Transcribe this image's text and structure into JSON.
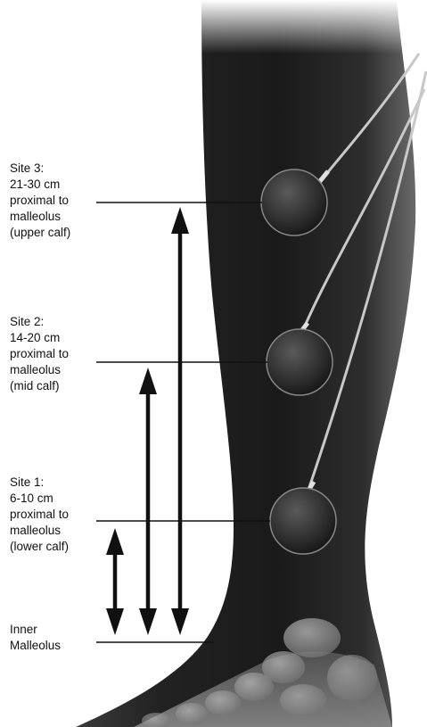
{
  "sites": [
    {
      "lines": [
        "Site 3:",
        "21-30 cm",
        "proximal to",
        "malleolus",
        "(upper calf)"
      ]
    },
    {
      "lines": [
        "Site 2:",
        "14-20 cm",
        "proximal to",
        "malleolus",
        "(mid calf)"
      ]
    },
    {
      "lines": [
        "Site 1:",
        "6-10 cm",
        "proximal to",
        "malleolus",
        "(lower calf)"
      ]
    }
  ],
  "reference": {
    "lines": [
      "Inner",
      "Malleolus"
    ]
  },
  "colors": {
    "skin_dark": "#1c1c1c",
    "skin_mid": "#4a4a4a",
    "skin_light": "#9a9a9a",
    "line": "#111111",
    "text": "#111111"
  }
}
